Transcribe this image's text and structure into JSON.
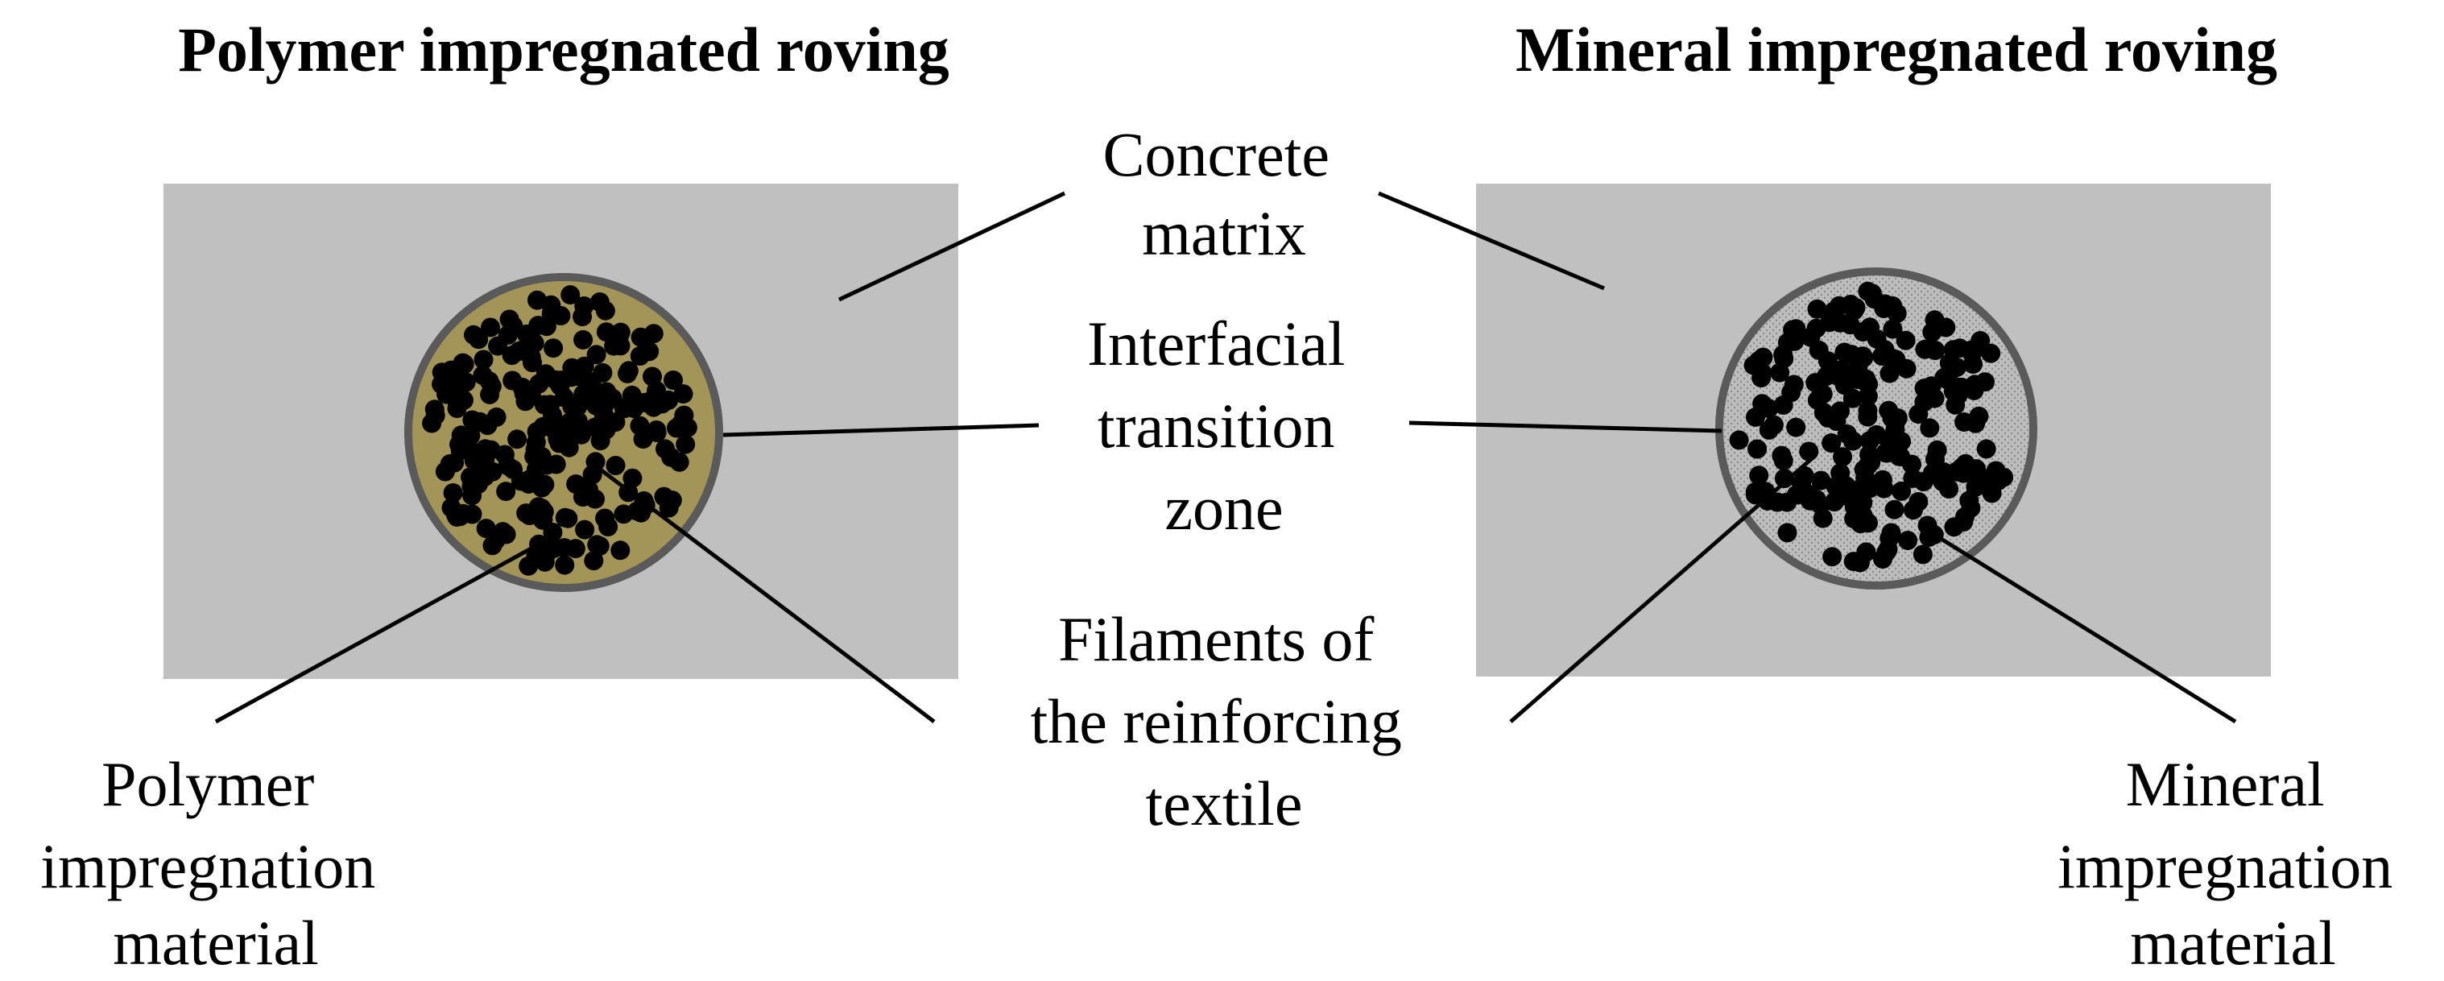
{
  "left_panel": {
    "title": "Polymer impregnated roving",
    "impregnation_label": [
      "Polymer",
      "impregnation",
      "material"
    ]
  },
  "right_panel": {
    "title": "Mineral impregnated roving",
    "impregnation_label": [
      "Mineral",
      "impregnation",
      "material"
    ]
  },
  "center_labels": {
    "concrete_matrix": [
      "Concrete",
      "matrix"
    ],
    "interfacial_zone": [
      "Interfacial",
      "transition",
      "zone"
    ],
    "filaments": [
      "Filaments of",
      "the reinforcing",
      "textile"
    ]
  },
  "colors": {
    "concrete": "#c0c0c0",
    "polymer_impregnation": "#a39557",
    "mineral_impregnation": "#bdbdbd",
    "interface_ring": "#5a5a5a",
    "filament": "#000000",
    "leader_line": "#000000"
  },
  "icons": {
    "filament": "filled-black-circle"
  }
}
